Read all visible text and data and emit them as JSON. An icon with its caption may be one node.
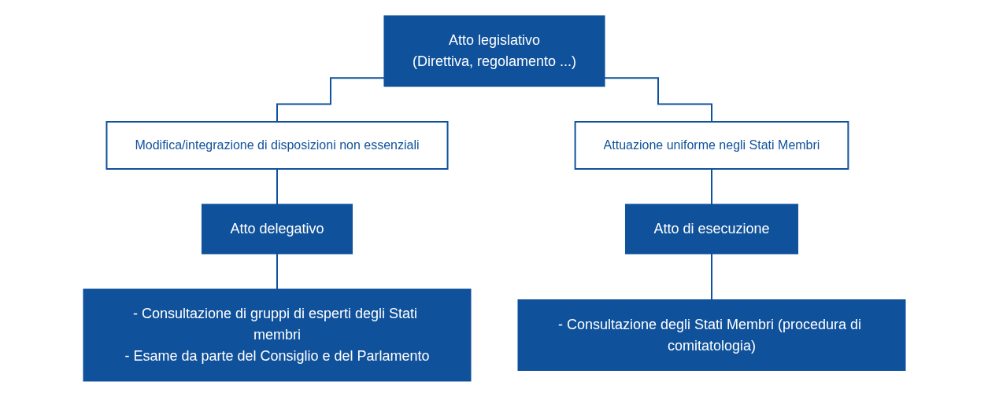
{
  "diagram": {
    "nodes": [
      {
        "text": [
          "Atto legislativo",
          "(Direttiva, regolamento ...)"
        ]
      },
      {
        "text": [
          "Modifica/integrazione di disposizioni non essenziali"
        ]
      },
      {
        "text": [
          "Attuazione uniforme negli Stati Membri"
        ]
      },
      {
        "text": [
          "Atto delegativo"
        ]
      },
      {
        "text": [
          "Atto di esecuzione"
        ]
      },
      {
        "text": [
          "- Consultazione di gruppi di esperti degli Stati membri",
          "- Esame da parte del Consiglio e del Parlamento"
        ]
      },
      {
        "text": [
          "- Consultazione degli Stati Membri (procedura di comitatologia)"
        ]
      }
    ],
    "edges": [
      {
        "from": 0,
        "to": 1,
        "arrow": "none"
      },
      {
        "from": 0,
        "to": 2,
        "arrow": "none"
      },
      {
        "from": 1,
        "to": 3,
        "arrow": "none"
      },
      {
        "from": 2,
        "to": 4,
        "arrow": "none"
      },
      {
        "from": 3,
        "to": 5,
        "arrow": "none"
      },
      {
        "from": 4,
        "to": 6,
        "arrow": "none"
      }
    ]
  }
}
